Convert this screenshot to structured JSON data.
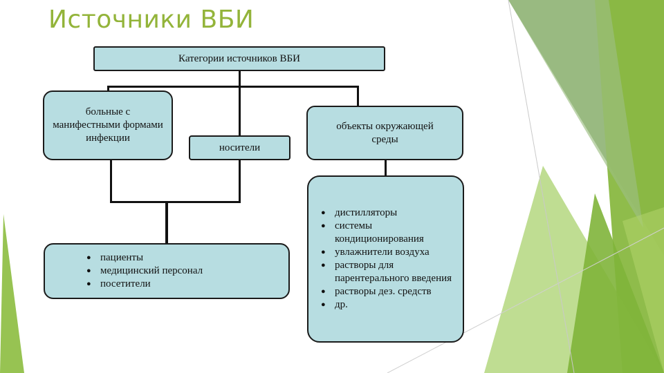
{
  "slide": {
    "title": "Источники ВБИ"
  },
  "diagram": {
    "root": "Категории источников ВБИ",
    "patients_box": "больные с манифестными формами инфекции",
    "carriers_box": "носители",
    "environment_box": "объекты окружающей среды",
    "people_list": [
      "пациенты",
      "медицинский персонал",
      "посетители"
    ],
    "environment_list": [
      "дистилляторы",
      "системы кондиционирования",
      "увлажнители воздуха",
      "растворы для парентерального введения",
      "растворы дез. средств",
      "др."
    ]
  },
  "colors": {
    "title": "#93b43a",
    "box_fill": "#b7dde1",
    "accent_green": "#8cb84a",
    "accent_olive": "#7fa055"
  }
}
